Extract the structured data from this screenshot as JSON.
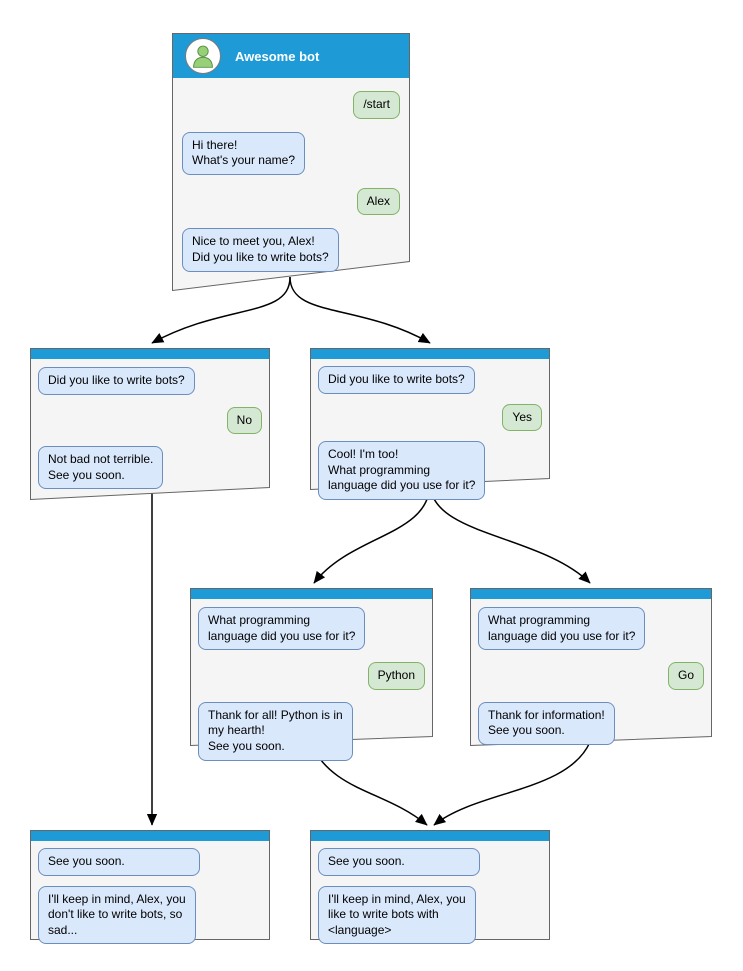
{
  "diagram": {
    "name": "chatbot-conversation-flow",
    "colors": {
      "titlebar_blue": "#1e9bd7",
      "bot_bubble_fill": "#dae8fc",
      "bot_bubble_border": "#6c8ebf",
      "user_bubble_fill": "#d5e8d4",
      "user_bubble_border": "#82b366",
      "window_fill": "#f5f5f5",
      "window_border": "#666666",
      "arrow_color": "#000000"
    },
    "icons": {
      "avatar": "bot-person-icon"
    }
  },
  "windows": {
    "root": {
      "title": "Awesome bot",
      "messages": [
        {
          "side": "user",
          "text": "/start"
        },
        {
          "side": "bot",
          "text": "Hi there!\nWhat's your name?"
        },
        {
          "side": "user",
          "text": "Alex"
        },
        {
          "side": "bot",
          "text": "Nice to meet you, Alex!\nDid you like to write bots?"
        }
      ]
    },
    "no_branch": {
      "messages": [
        {
          "side": "bot",
          "text": "Did you like to write bots?"
        },
        {
          "side": "user",
          "text": "No"
        },
        {
          "side": "bot",
          "text": "Not bad not terrible.\nSee you soon."
        }
      ]
    },
    "yes_branch": {
      "messages": [
        {
          "side": "bot",
          "text": "Did you like to write bots?"
        },
        {
          "side": "user",
          "text": "Yes"
        },
        {
          "side": "bot",
          "text": "Cool! I'm too!\nWhat programming\nlanguage did you use for it?"
        }
      ]
    },
    "python_branch": {
      "messages": [
        {
          "side": "bot",
          "text": "What programming\nlanguage did you use for it?"
        },
        {
          "side": "user",
          "text": "Python"
        },
        {
          "side": "bot",
          "text": "Thank for all! Python is in\nmy hearth!\nSee you soon."
        }
      ]
    },
    "go_branch": {
      "messages": [
        {
          "side": "bot",
          "text": "What programming\nlanguage did you use for it?"
        },
        {
          "side": "user",
          "text": "Go"
        },
        {
          "side": "bot",
          "text": "Thank for information!\nSee you soon."
        }
      ]
    },
    "end_no": {
      "messages": [
        {
          "side": "bot",
          "text": "See you soon."
        },
        {
          "side": "bot",
          "text": "I'll keep in mind, Alex, you\ndon't like to write bots, so\nsad..."
        }
      ]
    },
    "end_yes": {
      "messages": [
        {
          "side": "bot",
          "text": "See you soon."
        },
        {
          "side": "bot",
          "text": "I'll keep in mind, Alex, you\nlike to write bots with\n<language>"
        }
      ]
    }
  }
}
